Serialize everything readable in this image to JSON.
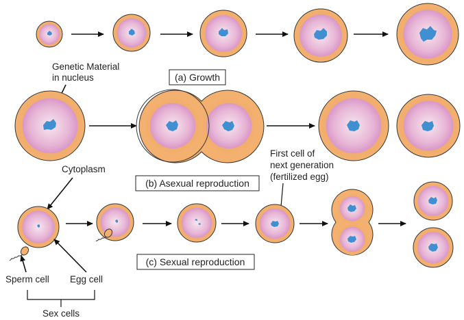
{
  "labels": {
    "growth": "(a) Growth",
    "asexual": "(b) Asexual reproduction",
    "sexual": "(c) Sexual reproduction",
    "genetic_material_1": "Genetic Material",
    "genetic_material_2": "in nucleus",
    "cytoplasm": "Cytoplasm",
    "first_cell_1": "First cell of",
    "first_cell_2": "next generation",
    "first_cell_3": "(fertilized egg)",
    "sperm_cell": "Sperm cell",
    "egg_cell": "Egg cell",
    "sex_cells": "Sex cells"
  },
  "colors": {
    "cell_outline": "#333333",
    "cytoplasm_outer": "#f3b06e",
    "cytoplasm_inner": "#e7a6d0",
    "nucleus": "#3f8fd1",
    "text": "#222222"
  }
}
